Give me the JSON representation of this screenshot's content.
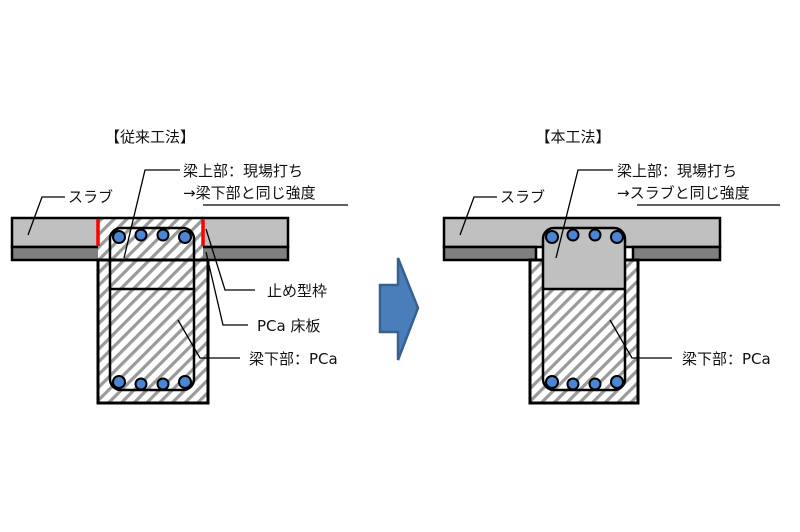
{
  "colors": {
    "slab_fill": "#c0c0c0",
    "pca_panel_fill": "#808080",
    "hatch_stroke": "#9a9a9a",
    "outline": "#000000",
    "red_formwork": "#ff0000",
    "rebar": "#4a86d4",
    "arrow_fill": "#4a7ebb",
    "arrow_stroke": "#38618f",
    "cast_in_place_fill": "#c0c0c0"
  },
  "left": {
    "title": "【従来工法】",
    "labels": {
      "slab": "スラブ",
      "upper_beam_line1": "梁上部：現場打ち",
      "upper_beam_line2": "→梁下部と同じ強度",
      "stop_formwork": "止め型枠",
      "pca_floor_panel": "PCa 床板",
      "lower_beam": "梁下部：PCa"
    }
  },
  "right": {
    "title": "【本工法】",
    "labels": {
      "slab": "スラブ",
      "upper_beam_line1": "梁上部：現場打ち",
      "upper_beam_line2": "→スラブと同じ強度",
      "lower_beam": "梁下部：PCa"
    }
  },
  "transition_arrow": {
    "icon": "right-arrow-icon"
  }
}
